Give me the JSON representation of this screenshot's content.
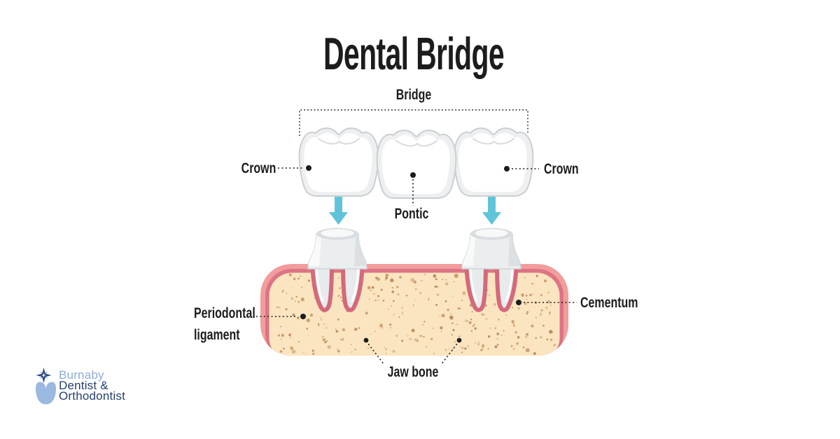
{
  "title": "Dental Bridge",
  "labels": {
    "bridge": "Bridge",
    "crown_left": "Crown",
    "crown_right": "Crown",
    "pontic": "Pontic",
    "periodontal_line1": "Periodontal",
    "periodontal_line2": "ligament",
    "cementum": "Cementum",
    "jaw_bone": "Jaw bone"
  },
  "logo": {
    "line1": "Burnaby",
    "line2": "Dentist &",
    "line3": "Orthodontist"
  },
  "icons": {
    "down_arrow": "down-arrow",
    "tooth_mark": "tooth-logo-mark",
    "star_mark": "sparkle-star"
  },
  "colors": {
    "bg": "#ffffff",
    "ink": "#1c1c1c",
    "arrow": "#5FC4DA",
    "gum": "#F19D9C",
    "gumDark": "#DC7484",
    "bone": "#FBE5C0",
    "speckle": "#CDA173",
    "speckleDark": "#BE8F5F",
    "speckleLight": "#DDBA8C",
    "specklePink": "#D27F85",
    "ligament": "#D4697B",
    "toothFill": "#EDEFF0",
    "toothLine": "#CBCFD2",
    "toothWhite": "#FFFFFF",
    "stumpTop": "#D9DDE0",
    "logoNavy": "#24406E",
    "logoStar": "#27457E",
    "logoBlue": "#9BB8E0",
    "logoBlue2": "#8EABDA"
  }
}
